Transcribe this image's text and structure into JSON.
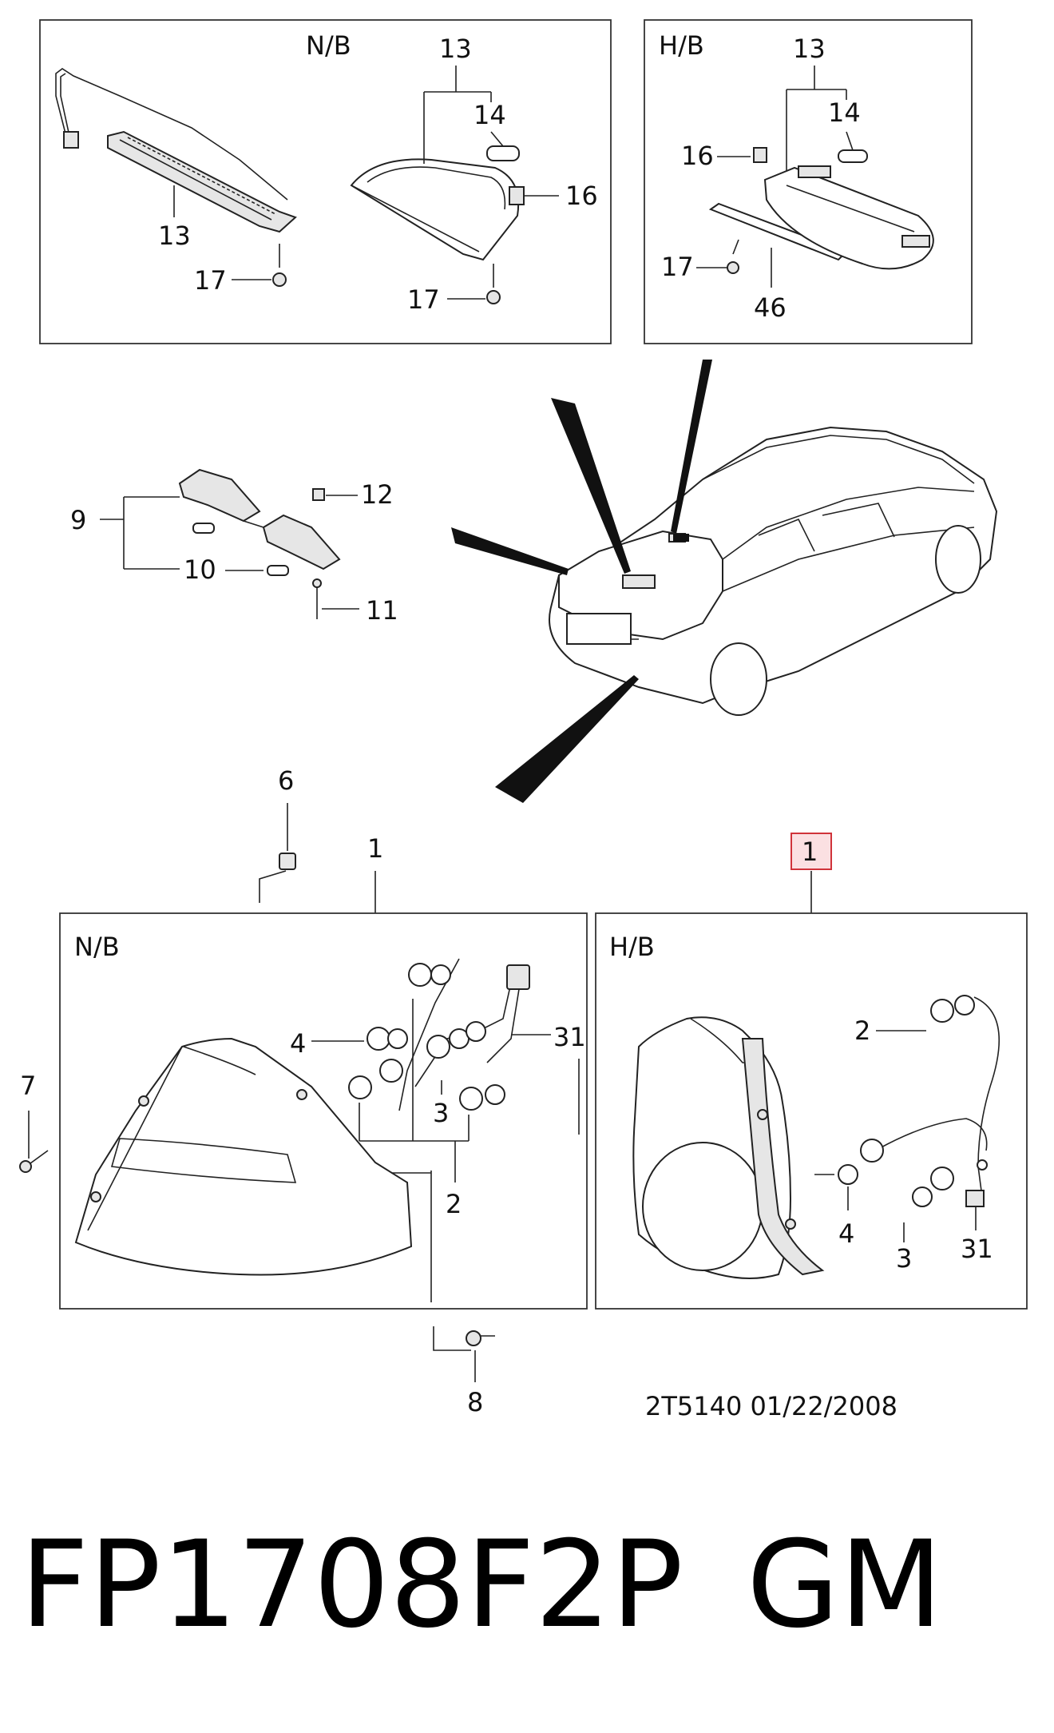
{
  "callouts": {
    "n13a": "13",
    "n14a": "14",
    "n16a": "16",
    "n17a": "17",
    "n17b": "17",
    "n13b": "13",
    "h13": "13",
    "h14": "14",
    "h16": "16",
    "h17": "17",
    "h46": "46",
    "p9": "9",
    "p10": "10",
    "p11": "11",
    "p12": "12",
    "p6": "6",
    "p1": "1",
    "p1h": "1",
    "p7": "7",
    "p8": "8",
    "l4": "4",
    "l31": "31",
    "l3": "3",
    "l2": "2",
    "r2": "2",
    "r4": "4",
    "r3": "3",
    "r31": "31"
  },
  "panel_tags": {
    "nb_top": "N/B",
    "hb_top": "H/B",
    "nb_bottom": "N/B",
    "hb_bottom": "H/B"
  },
  "drawing_code": "2T5140  01/22/2008",
  "part_number": "FP1708F2P",
  "brand": "GM",
  "colors": {
    "highlight_border": "#d0333a",
    "highlight_fill": "#fbe0e2"
  }
}
